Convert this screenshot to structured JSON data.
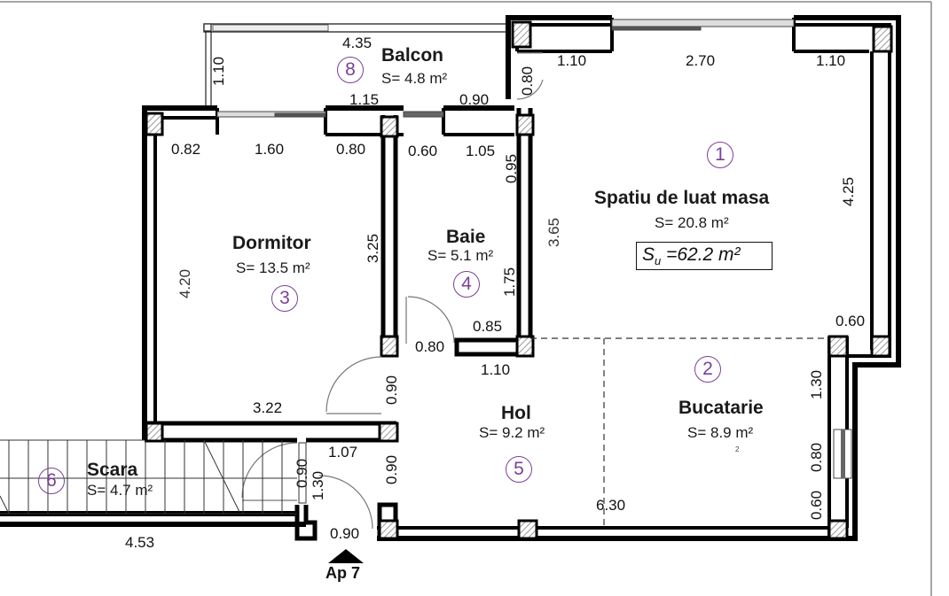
{
  "plan": {
    "entrance": {
      "label": "Ap 7",
      "icon": "entry-arrow-icon"
    },
    "total_usable_area": {
      "symbol": "S",
      "subscript": "u",
      "text": " =62.2 m²"
    },
    "rooms": [
      {
        "number": "1",
        "name": "Spatiu de luat masa",
        "area": "S= 20.8  m²"
      },
      {
        "number": "2",
        "name": "Bucatarie",
        "area": "S= 8.9  m²",
        "footnote": "2"
      },
      {
        "number": "3",
        "name": "Dormitor",
        "area": "S= 13.5  m²"
      },
      {
        "number": "4",
        "name": "Baie",
        "area": "S= 5.1  m²"
      },
      {
        "number": "5",
        "name": "Hol",
        "area": "S= 9.2  m²"
      },
      {
        "number": "6",
        "name": "Scara",
        "area": "S= 4.7  m²"
      },
      {
        "number": "8",
        "name": "Balcon",
        "area": "S= 4.8  m²"
      }
    ],
    "dimensions": {
      "balcon_length": "4.35",
      "balcon_depth": "1.10",
      "balcon_wall_1": "1.15",
      "balcon_wall_2": "0.90",
      "balcon_door": "0.80",
      "dining_top_left": "1.10",
      "dining_window": "2.70",
      "dining_top_right": "1.10",
      "dining_right": "4.25",
      "dining_left": "3.65",
      "dining_bottom_right": "0.60",
      "bed_top_left": "0.82",
      "bed_window": "1.60",
      "bed_top_right": "0.80",
      "bed_left": "4.20",
      "bed_right": "3.25",
      "bed_bottom": "3.22",
      "bed_door": "0.90",
      "bath_top_left": "0.60",
      "bath_top_right": "1.05",
      "bath_right_top": "0.95",
      "bath_right_bottom": "1.75",
      "bath_bottom": "0.85",
      "bath_door": "0.80",
      "hall_wall": "1.10",
      "hall_left_top": "0.90",
      "hall_left_bottom": "0.90",
      "hall_width": "6.30",
      "kitchen_right_top": "1.30",
      "kitchen_window": "0.80",
      "kitchen_right_bottom": "0.60",
      "stair_length": "4.53",
      "stair_top": "1.07",
      "stair_door": "0.90",
      "stair_depth": "1.30",
      "entry_door": "0.90"
    }
  }
}
